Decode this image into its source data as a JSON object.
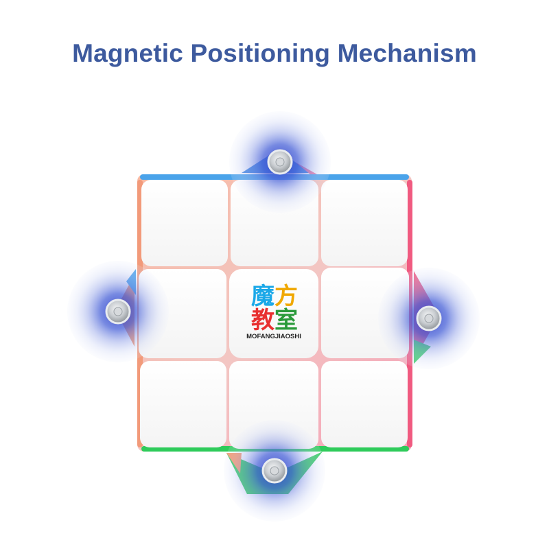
{
  "headline": {
    "text": "Magnetic Positioning Mechanism",
    "color": "#3d5a9e"
  },
  "logo": {
    "chars": [
      {
        "char": "魔",
        "color": "#1aa8e8"
      },
      {
        "char": "方",
        "color": "#f0a800"
      },
      {
        "char": "教",
        "color": "#e83030"
      },
      {
        "char": "室",
        "color": "#2a9a3a"
      }
    ],
    "brand": "MOFANGJIAOSHI"
  },
  "icons": {
    "magnet": "magnet-icon"
  },
  "colors": {
    "sticker": "#ffffff",
    "edge_top": "#4aa3ea",
    "edge_left": "#f29a7a",
    "edge_right": "#f05a80",
    "edge_bottom": "#2ecb5a",
    "glow": "#6e7fd8",
    "magnet_metal": "#c8ccd0"
  }
}
